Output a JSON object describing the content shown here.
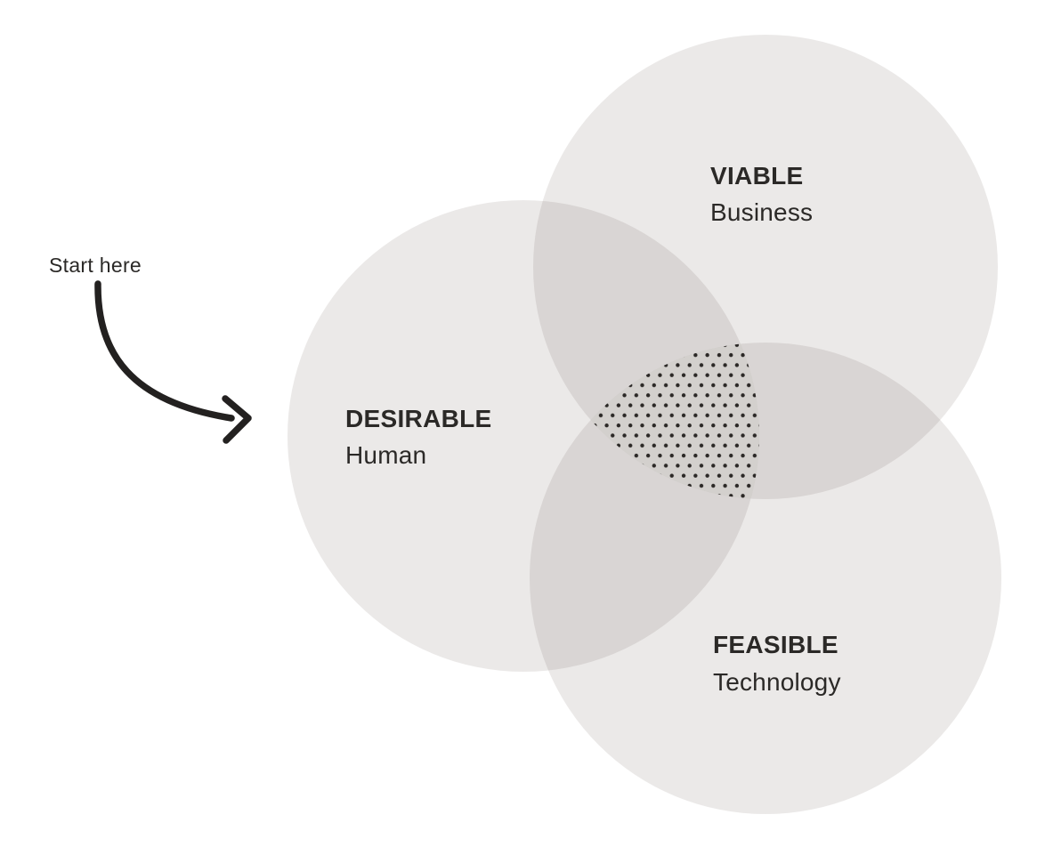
{
  "annotation": {
    "label": "Start here"
  },
  "circles": [
    {
      "key": "desirable",
      "title": "DESIRABLE",
      "subtitle": "Human"
    },
    {
      "key": "viable",
      "title": "VIABLE",
      "subtitle": "Business"
    },
    {
      "key": "feasible",
      "title": "FEASIBLE",
      "subtitle": "Technology"
    }
  ],
  "center_region": {
    "meaning": "sweet-spot"
  },
  "colors": {
    "background": "#ffffff",
    "circle_fill": "#61544c",
    "single_circle_tone": "#eae8e6",
    "overlap_tone": "#d8d5d3",
    "center_bg": "#d3d0cd",
    "dot": "#2b2826",
    "ink": "#232120",
    "text": "#2b2927"
  }
}
